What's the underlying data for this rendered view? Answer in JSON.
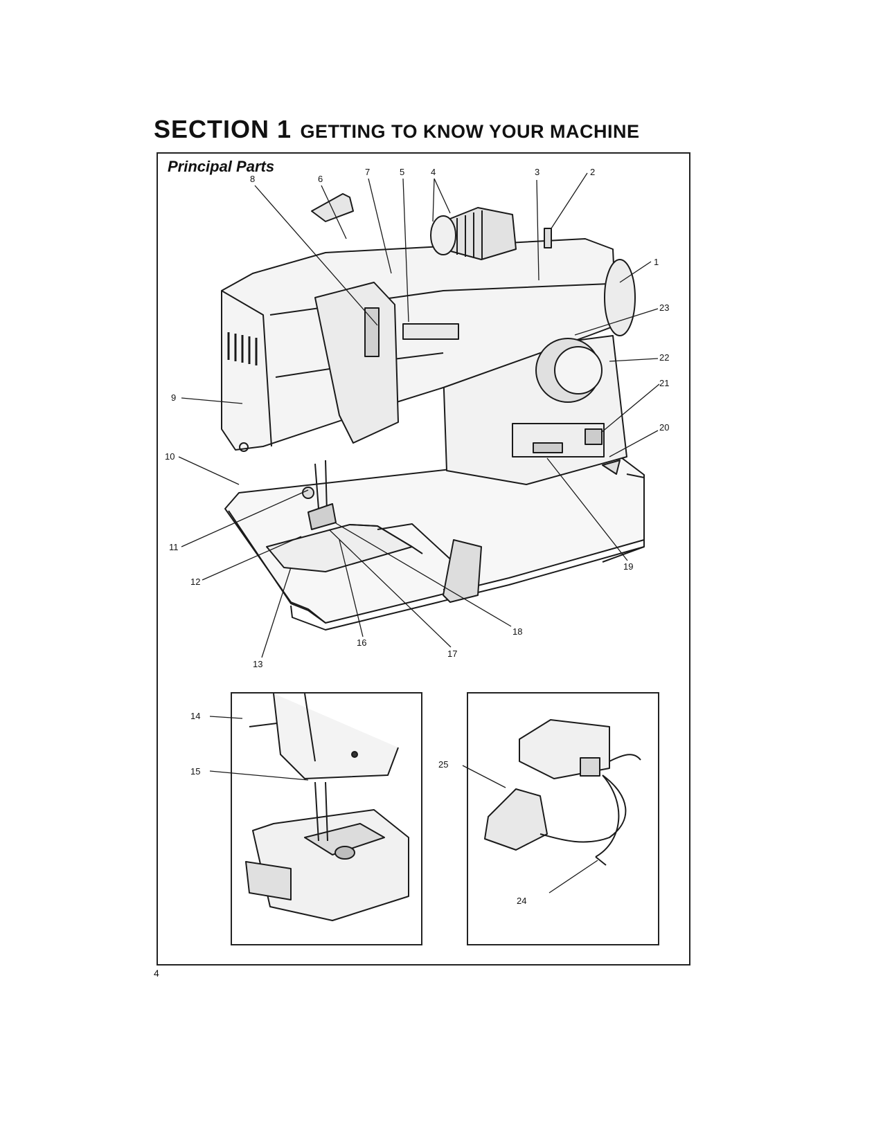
{
  "section": {
    "label": "SECTION 1",
    "title": "GETTING TO KNOW YOUR MACHINE"
  },
  "figure": {
    "subtitle": "Principal Parts"
  },
  "callouts": [
    "1",
    "2",
    "3",
    "4",
    "5",
    "6",
    "7",
    "8",
    "9",
    "10",
    "11",
    "12",
    "13",
    "14",
    "15",
    "16",
    "17",
    "18",
    "19",
    "20",
    "21",
    "22",
    "23",
    "24",
    "25"
  ],
  "page_number": "4"
}
